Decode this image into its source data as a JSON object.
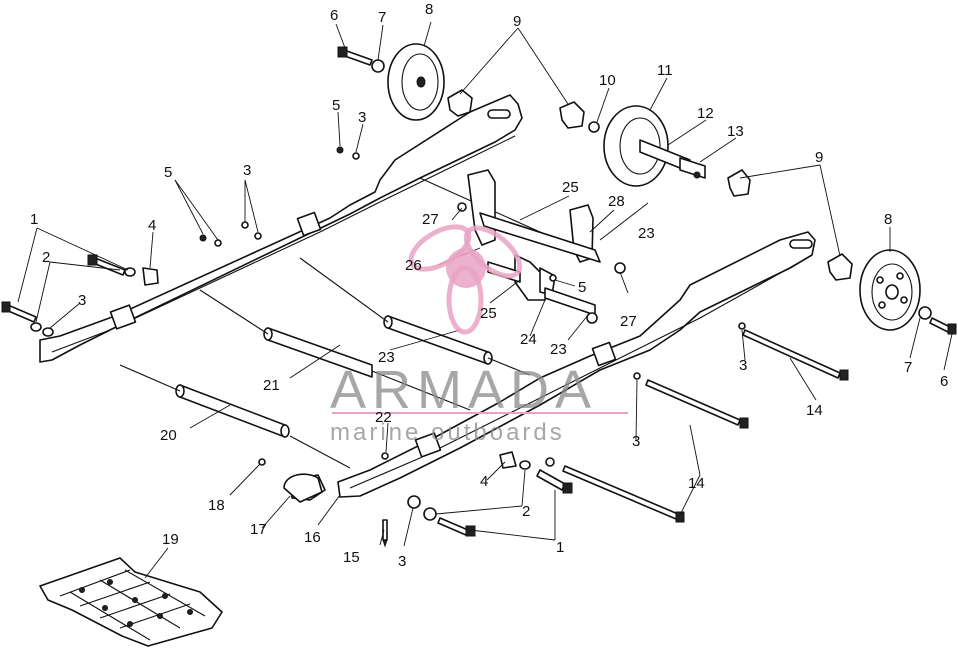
{
  "watermark": {
    "brand": "ARMADA",
    "tagline": "marine outboards",
    "color": "#e8a3c4"
  },
  "callouts": [
    "1",
    "2",
    "3",
    "4",
    "5",
    "6",
    "7",
    "8",
    "9",
    "10",
    "11",
    "12",
    "13",
    "14",
    "15",
    "16",
    "17",
    "18",
    "19",
    "20",
    "21",
    "22",
    "23",
    "24",
    "25",
    "26",
    "27",
    "28"
  ]
}
